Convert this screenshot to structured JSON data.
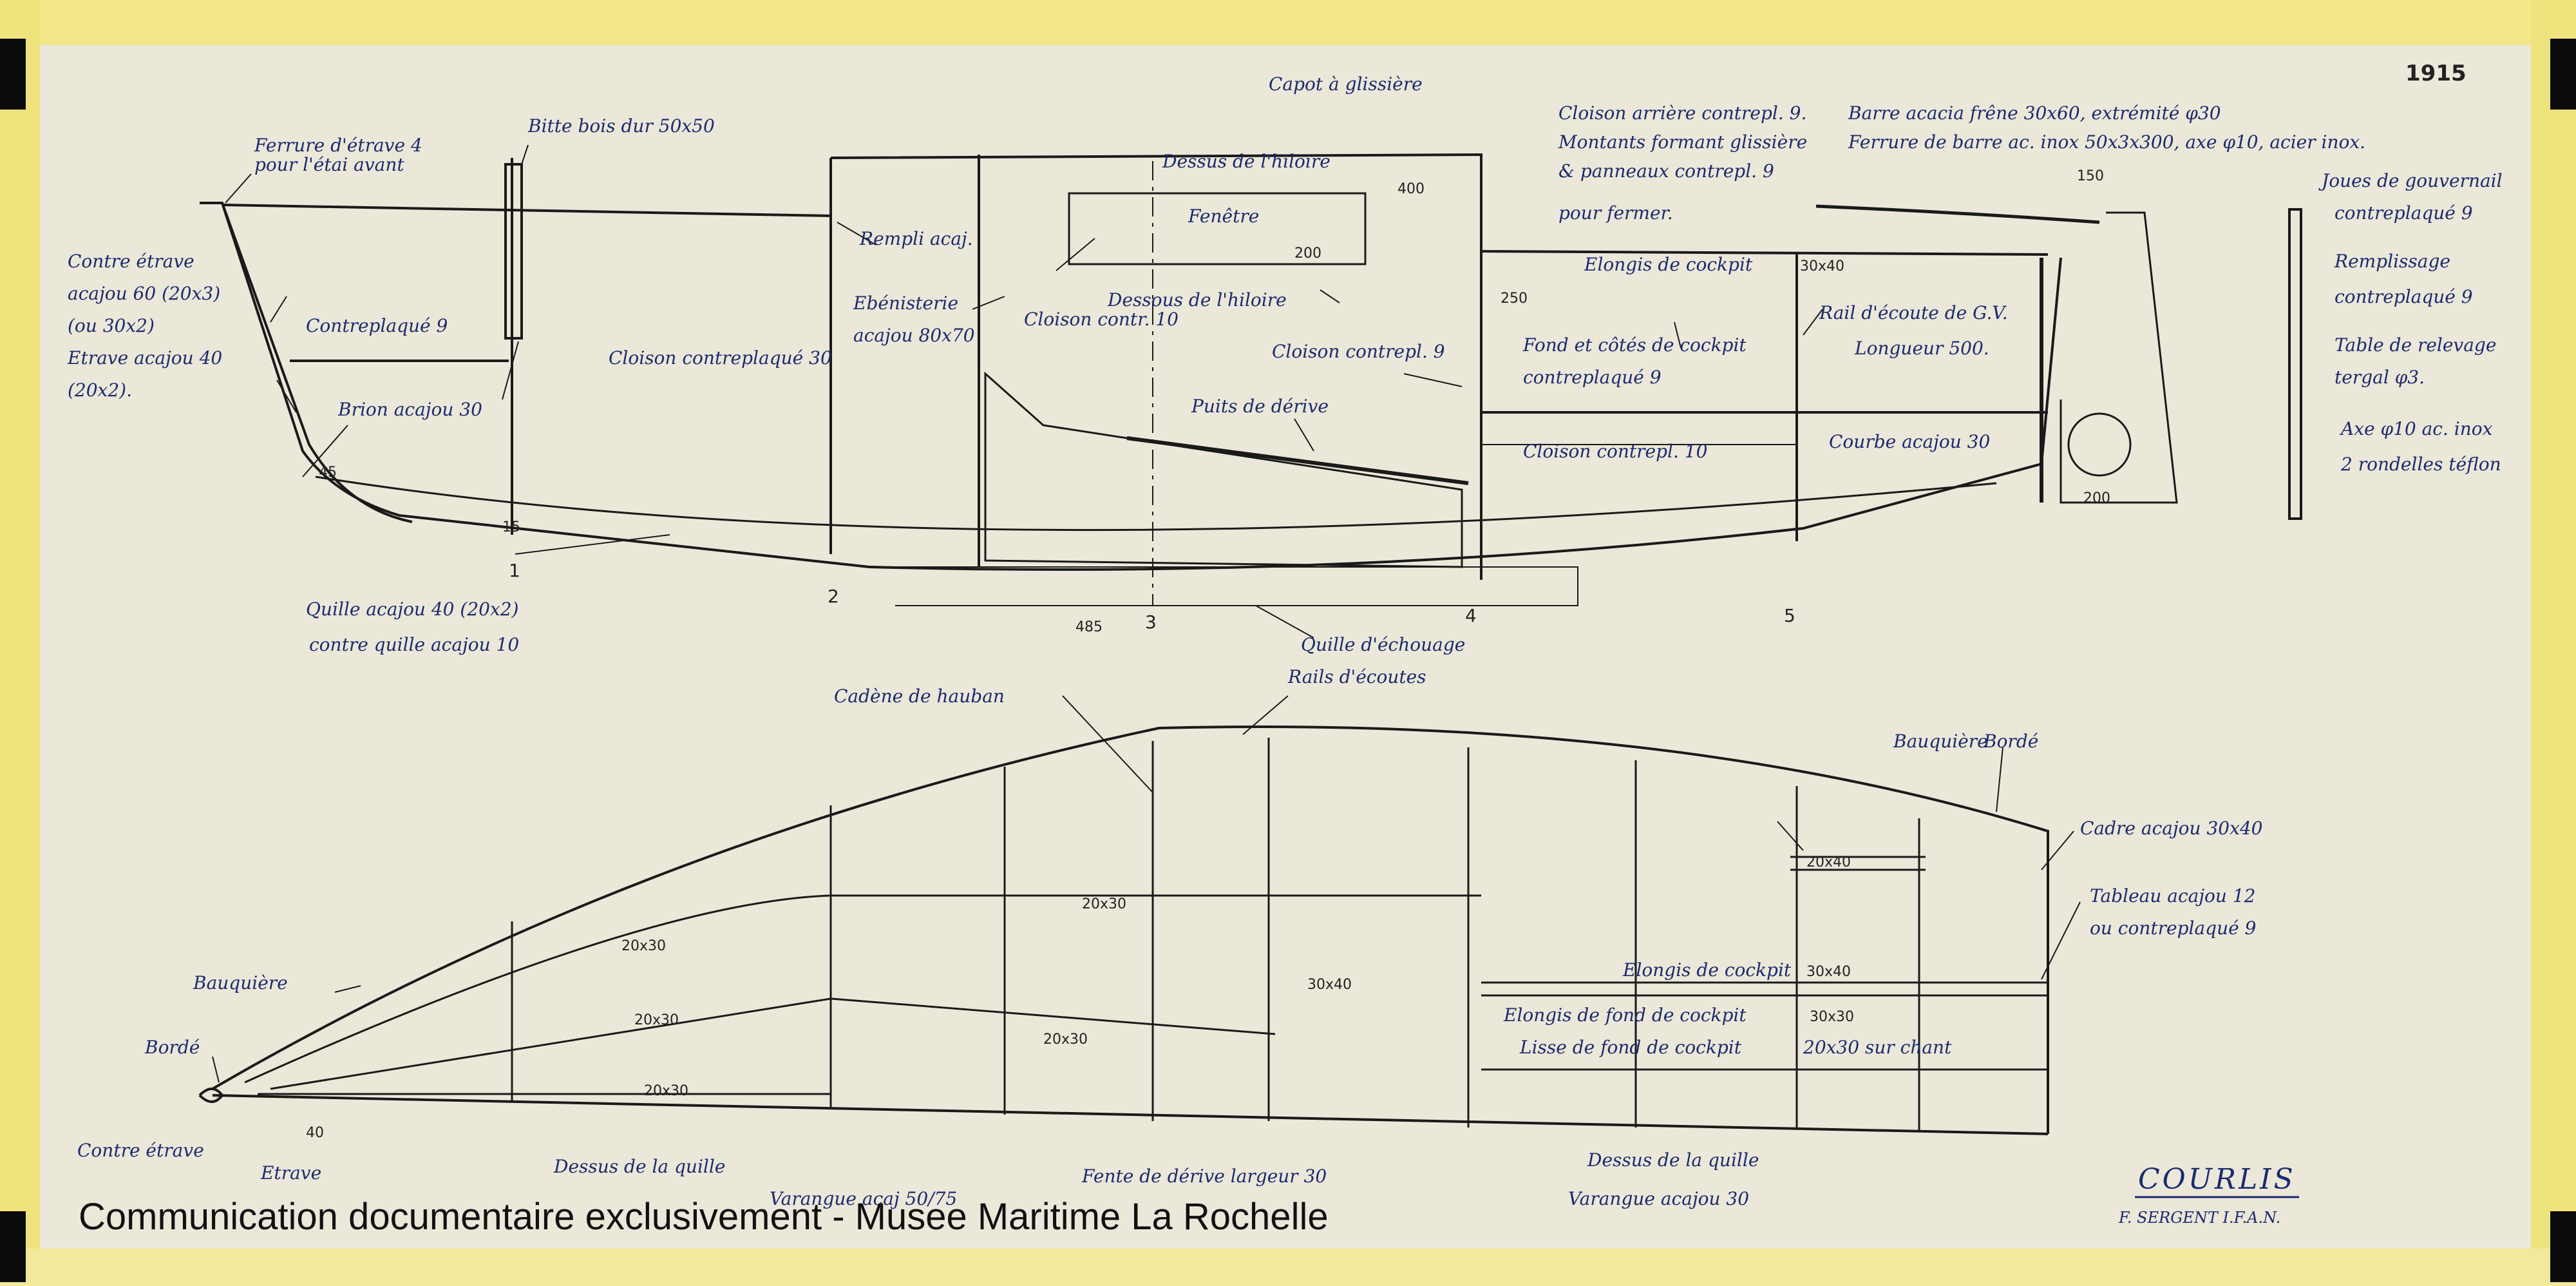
{
  "drawing": {
    "number": "1915",
    "title": "COURLIS",
    "designer": "F. SERGENT I.F.A.N.",
    "copyright": "Communication documentaire exclusivement - Musee Maritime La Rochelle"
  },
  "labels": {
    "ferrure_etrave": "Ferrure d'étrave 4",
    "pour_etai": "pour l'étai avant",
    "bitte": "Bitte bois dur 50x50",
    "capot": "Capot à glissière",
    "cloison_arriere": "Cloison arrière contrepl. 9.",
    "montants": "Montants formant glissière",
    "panneaux": "& panneaux contrepl. 9",
    "pour_fermer": "pour fermer.",
    "barre": "Barre acacia frêne 30x60, extrémité φ30",
    "ferrure_barre": "Ferrure de barre ac. inox 50x3x300, axe φ10, acier inox.",
    "joues": "Joues de gouvernail",
    "joues2": "contreplaqué 9",
    "remplissage": "Remplissage",
    "remplissage2": "contreplaqué 9",
    "table": "Table de relevage",
    "table2": "tergal φ3.",
    "axe": "Axe φ10 ac. inox",
    "axe2": "2 rondelles téflon",
    "contre_etrave": "Contre étrave",
    "contre_etrave2": "acajou 60 (20x3)",
    "contre_etrave3": "(ou 30x2)",
    "etrave": "Etrave acajou 40",
    "etrave2": "(20x2).",
    "contreplaque9": "Contreplaqué 9",
    "cloison_contre30": "Cloison contreplaqué 30",
    "brion": "Brion acajou 30",
    "dessus_hiloire": "Dessus de l'hiloire",
    "fenetre": "Fenêtre",
    "rempli": "Rempli acaj.",
    "ebenisterie": "Ebénisterie",
    "ebenisterie2": "acajou 80x70",
    "cloison_contre10": "Cloison contr. 10",
    "dessous_hiloire": "Dessous de l'hiloire",
    "cloison_contrepl9": "Cloison contrepl. 9",
    "puits": "Puits de dérive",
    "elongis_cockpit": "Elongis de cockpit",
    "fond_cotes": "Fond et côtés de cockpit",
    "fond_cotes2": "contreplaqué 9",
    "rail_ecoute_gv": "Rail d'écoute de G.V.",
    "longueur": "Longueur 500.",
    "cloison_contrepl10": "Cloison contrepl. 10",
    "courbe": "Courbe acajou 30",
    "quille": "Quille acajou 40 (20x2)",
    "contre_quille": "contre quille acajou 10",
    "quille_echouage": "Quille d'échouage",
    "cadene": "Cadène de hauban",
    "rails_ecoutes": "Rails d'écoutes",
    "bauquiere": "Bauquière",
    "borde": "Bordé",
    "cadre": "Cadre acajou 30x40",
    "tableau": "Tableau acajou 12",
    "tableau2": "ou contreplaqué 9",
    "elongis_dash": "Elongis de cockpit",
    "elongis_fond": "Elongis de fond de cockpit",
    "lisse_fond": "Lisse de fond de cockpit",
    "sur_chant": "20x30 sur chant",
    "dessus_quille": "Dessus de la quille",
    "varangue_acaj": "Varangue acaj 50/75",
    "fente_derive": "Fente de dérive largeur 30",
    "varangue_30": "Varangue acajou 30",
    "etrave_plan": "Etrave"
  },
  "dimensions": {
    "d50x50": "50x50",
    "d400": "400",
    "d200": "200",
    "d250": "250",
    "d150": "150",
    "d500": "500",
    "d300": "300",
    "d485": "485",
    "d20x30": "20x30",
    "d30x40": "30x40",
    "d20x40": "20x40",
    "d30x30": "30x30",
    "d15": "15",
    "d45": "45",
    "d40": "40",
    "stations": [
      "1",
      "2",
      "3",
      "4",
      "5"
    ]
  },
  "colors": {
    "ink": "#1a1a1a",
    "label": "#1c2a6e",
    "tape": "#f2e88a",
    "paper": "#ebe8da"
  }
}
